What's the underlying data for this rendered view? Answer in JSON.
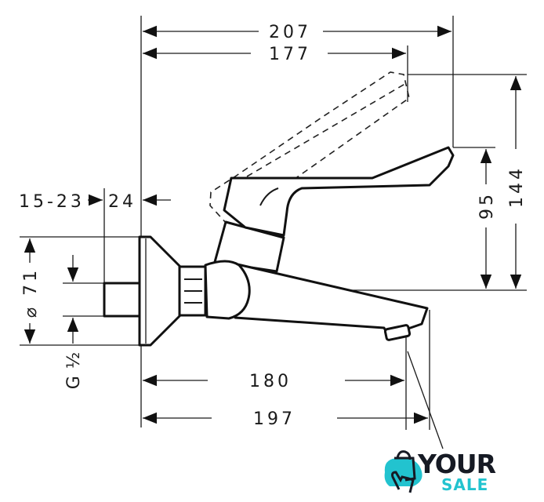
{
  "dimensions": {
    "total_width": "207",
    "handle_reach": "177",
    "wall_range": "15-23",
    "wall_offset": "24",
    "handle_height": "95",
    "raised_handle_height": "144",
    "rosette_diameter": "⌀ 71",
    "thread": "G ½",
    "spout_reach": "180",
    "spout_total": "197"
  },
  "logo": {
    "line1": "YOUR",
    "line2": "SALE",
    "accent": "#22c3cf",
    "dark": "#161a24"
  }
}
